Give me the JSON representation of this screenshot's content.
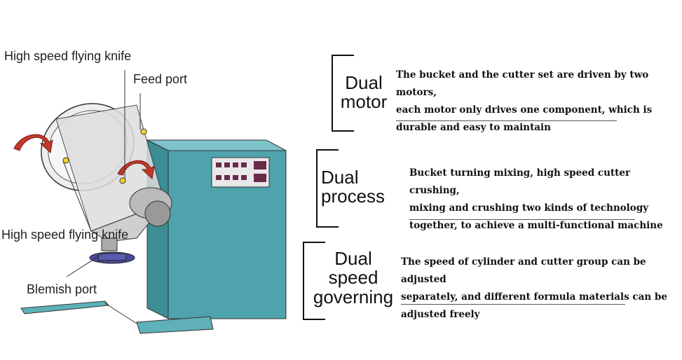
{
  "callouts": {
    "knife_top": "High speed flying knife",
    "feed_port": "Feed port",
    "knife_bottom": "High speed flying knife",
    "blemish_port": "Blemish port"
  },
  "features": [
    {
      "title_line1": "Dual",
      "title_line2": "motor",
      "desc_line1": "The bucket and the cutter set are driven by two motors,",
      "desc_line2": "each motor only drives one component, which is",
      "desc_line3": "durable and easy to maintain"
    },
    {
      "title_line1": "Dual",
      "title_line2": "process",
      "desc_line1": "Bucket turning mixing, high speed cutter crushing,",
      "desc_line2": "mixing and crushing two kinds of technology",
      "desc_line3": "together, to achieve a multi-functional machine"
    },
    {
      "title_line1": "Dual",
      "title_line2": "speed",
      "title_line3": "governing",
      "desc_line1": "The speed of cylinder and cutter group can be adjusted",
      "desc_line2": "separately, and different formula materials can be",
      "desc_line3": "adjusted freely"
    }
  ],
  "colors": {
    "cabinet": "#4fa3ad",
    "panel": "#6a2a4a",
    "arrow": "#c0392b",
    "base": "#5fb0b8"
  }
}
